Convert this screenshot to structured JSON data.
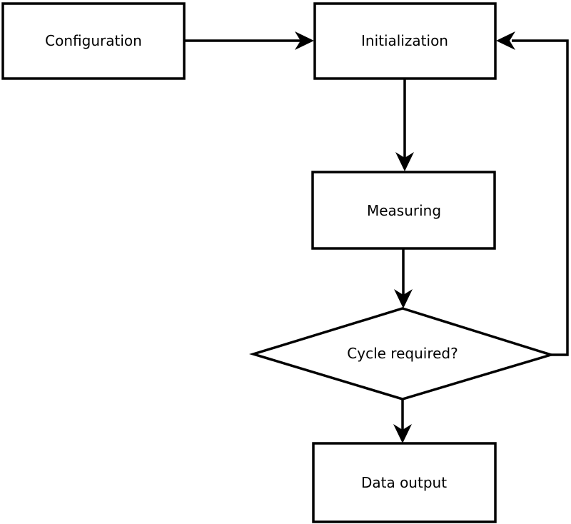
{
  "diagram": {
    "type": "flowchart",
    "colors": {
      "stroke": "#000000",
      "node_fill": "#ffffff",
      "text": "#000000",
      "background": "#ffffff"
    },
    "nodes": [
      {
        "id": "configuration",
        "shape": "rectangle",
        "label": "Configuration"
      },
      {
        "id": "initialization",
        "shape": "rectangle",
        "label": "Initialization"
      },
      {
        "id": "measuring",
        "shape": "rectangle",
        "label": "Measuring"
      },
      {
        "id": "cycle_required",
        "shape": "diamond",
        "label": "Cycle required?"
      },
      {
        "id": "data_output",
        "shape": "rectangle",
        "label": "Data output"
      }
    ],
    "edges": [
      {
        "from": "configuration",
        "to": "initialization",
        "style": "arrow"
      },
      {
        "from": "initialization",
        "to": "measuring",
        "style": "arrow"
      },
      {
        "from": "measuring",
        "to": "cycle_required",
        "style": "arrow"
      },
      {
        "from": "cycle_required",
        "to": "data_output",
        "style": "arrow"
      },
      {
        "from": "cycle_required",
        "to": "initialization",
        "style": "arrow",
        "kind": "loop-back"
      }
    ]
  }
}
